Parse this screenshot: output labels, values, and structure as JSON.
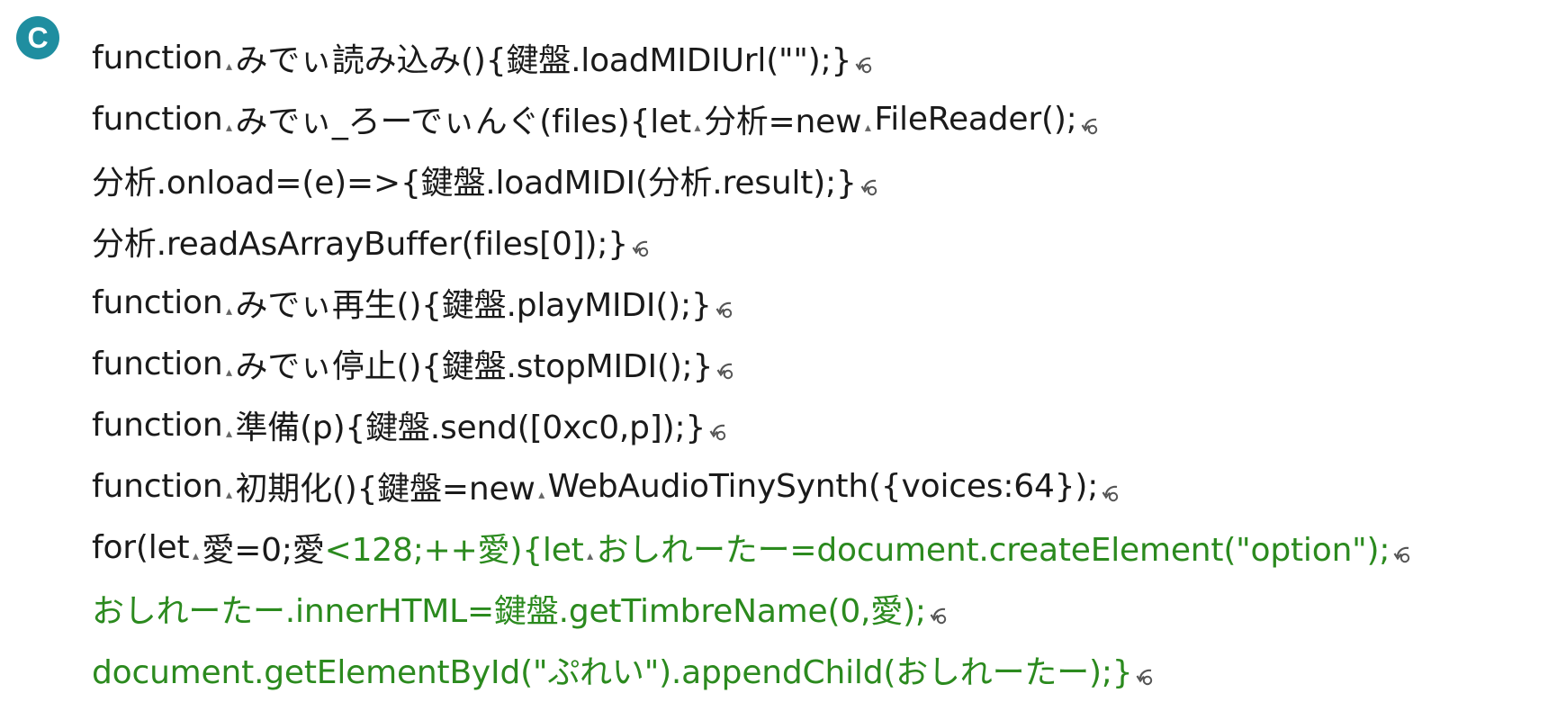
{
  "badge": {
    "label": "C"
  },
  "code": {
    "lines": [
      [
        {
          "t": "function",
          "c": "black"
        },
        {
          "sp": true
        },
        {
          "t": "みでぃ読み込み(){鍵盤.loadMIDIUrl(\"\");}",
          "c": "black"
        }
      ],
      [
        {
          "t": "function",
          "c": "black"
        },
        {
          "sp": true
        },
        {
          "t": "みでぃ_ろーでぃんぐ(files){let",
          "c": "black"
        },
        {
          "sp": true
        },
        {
          "t": "分析=new",
          "c": "black"
        },
        {
          "sp": true
        },
        {
          "t": "FileReader();",
          "c": "black"
        }
      ],
      [
        {
          "t": "分析.onload=(e)=>{鍵盤.loadMIDI(分析.result);}",
          "c": "black"
        }
      ],
      [
        {
          "t": "分析.readAsArrayBuffer(files[0]);}",
          "c": "black"
        }
      ],
      [
        {
          "t": "function",
          "c": "black"
        },
        {
          "sp": true
        },
        {
          "t": "みでぃ再生(){鍵盤.playMIDI();}",
          "c": "black"
        }
      ],
      [
        {
          "t": "function",
          "c": "black"
        },
        {
          "sp": true
        },
        {
          "t": "みでぃ停止(){鍵盤.stopMIDI();}",
          "c": "black"
        }
      ],
      [
        {
          "t": "function",
          "c": "black"
        },
        {
          "sp": true
        },
        {
          "t": "準備(p){鍵盤.send([0xc0,p]);}",
          "c": "black"
        }
      ],
      [
        {
          "t": "function",
          "c": "black"
        },
        {
          "sp": true
        },
        {
          "t": "初期化(){鍵盤=new",
          "c": "black"
        },
        {
          "sp": true
        },
        {
          "t": "WebAudioTinySynth({voices:64});",
          "c": "black"
        }
      ],
      [
        {
          "t": "for(let",
          "c": "black"
        },
        {
          "sp": true
        },
        {
          "t": "愛=0;愛",
          "c": "black"
        },
        {
          "t": "<128;++愛){let",
          "c": "green"
        },
        {
          "sp": true
        },
        {
          "t": "おしれーたー=document.createElement(\"option\");",
          "c": "green"
        }
      ],
      [
        {
          "t": "おしれーたー.innerHTML=鍵盤.getTimbreName(0,愛);",
          "c": "green"
        }
      ],
      [
        {
          "t": "document.getElementById(\"ぷれい\").appendChild(おしれーたー);}",
          "c": "green"
        }
      ]
    ]
  },
  "colors": {
    "text": "#1a1a1a",
    "green": "#2b8a1e",
    "badge": "#1f8ea0",
    "marks": "#666666"
  }
}
